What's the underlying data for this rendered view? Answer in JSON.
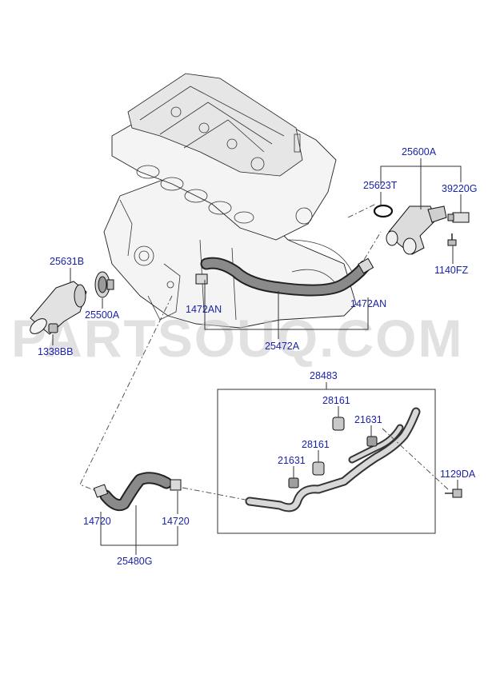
{
  "watermark": "PARTSOUQ.COM",
  "labels": {
    "p25600A": "25600A",
    "p25623T": "25623T",
    "p39220G": "39220G",
    "p1140FZ": "1140FZ",
    "p25631B": "25631B",
    "p25500A": "25500A",
    "p1338BB": "1338BB",
    "p1472AN_left": "1472AN",
    "p1472AN_right": "1472AN",
    "p25472A": "25472A",
    "p28483": "28483",
    "p28161_top": "28161",
    "p21631_top": "21631",
    "p28161_mid": "28161",
    "p21631_mid": "21631",
    "p1129DA": "1129DA",
    "p14720_left": "14720",
    "p14720_right": "14720",
    "p25480G": "25480G"
  },
  "colors": {
    "label": "#1a23a6",
    "line": "#333333",
    "watermark": "#c9c9c9"
  }
}
